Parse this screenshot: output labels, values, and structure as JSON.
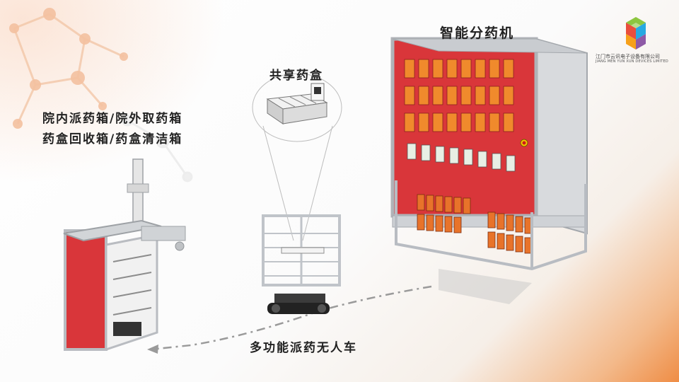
{
  "labels": {
    "cabinet": "智能分药机",
    "shared_box": "共享药盒",
    "station_line1": "院内派药箱/院外取药箱",
    "station_line2": "药盒回收箱/药盒清洁箱",
    "vehicle": "多功能派药无人车"
  },
  "logo": {
    "name_cn": "江门市云讯电子设备有限公司",
    "name_en": "JIANG MEN YUN XUN DEVICES LIMITED",
    "colors": [
      "#e94e3c",
      "#f6a01a",
      "#8cc63f",
      "#27a9e1",
      "#8e5aa6"
    ]
  },
  "colors": {
    "cabinet_red": "#d9363a",
    "accent_orange": "#ef8d45",
    "frame_gray": "#b8bcc2"
  }
}
